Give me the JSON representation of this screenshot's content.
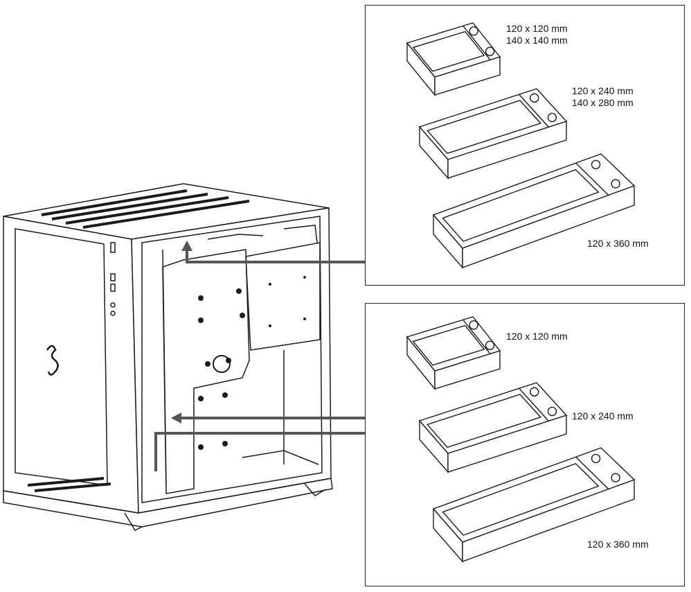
{
  "top_panel": {
    "title": "Top radiator support",
    "radiators": [
      {
        "lines": [
          "120 x 120 mm",
          "140 x 140 mm"
        ],
        "fans": 1
      },
      {
        "lines": [
          "120 x 240 mm",
          "140 x 280 mm"
        ],
        "fans": 2
      },
      {
        "lines": [
          "120 x 360 mm"
        ],
        "fans": 3
      }
    ]
  },
  "side_panel": {
    "title": "Side radiator support",
    "radiators": [
      {
        "lines": [
          "120 x 120 mm"
        ],
        "fans": 1
      },
      {
        "lines": [
          "120 x 240 mm"
        ],
        "fans": 2
      },
      {
        "lines": [
          "120 x 360 mm"
        ],
        "fans": 3
      }
    ]
  },
  "colors": {
    "line": "#1a1a1a",
    "arrow": "#555555",
    "background": "#ffffff"
  }
}
